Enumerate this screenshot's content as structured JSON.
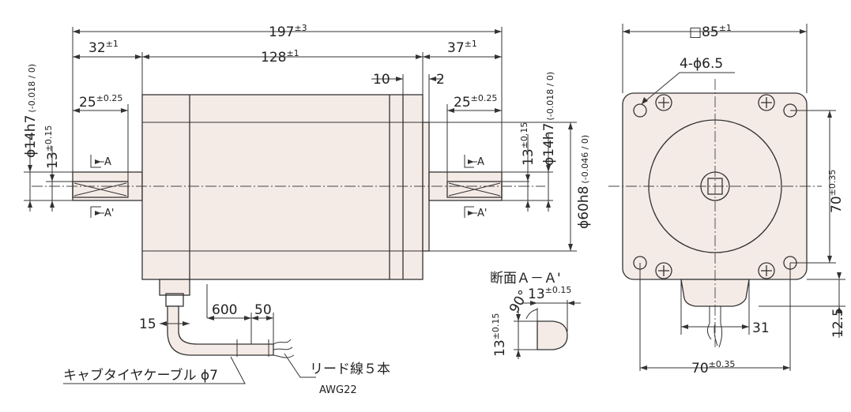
{
  "dimensions": {
    "overall_length": "197",
    "overall_length_tol": "±3",
    "front_shaft_len": "32",
    "front_shaft_tol": "±1",
    "body_len": "128",
    "body_tol": "±1",
    "rear_shaft_len": "37",
    "rear_shaft_tol": "±1",
    "flat_len_front": "25",
    "flat_tol_front": "±0.25",
    "flat_len_rear": "25",
    "flat_tol_rear": "±0.25",
    "pilot_len": "10",
    "pilot_gap": "2",
    "shaft_dia_front": "ϕ14h7",
    "shaft_dia_front_tol": "(-0.018 / 0)",
    "shaft_dia_rear": "ϕ14h7",
    "shaft_dia_rear_tol": "(-0.018 / 0)",
    "flat_depth_front": "13",
    "flat_depth_front_tol": "±0.15",
    "flat_depth_rear": "13",
    "flat_depth_rear_tol": "±0.15",
    "pilot_dia": "ϕ60h8",
    "pilot_dia_tol": "(-0.046 / 0)",
    "square_size": "□85",
    "square_tol": "±1",
    "mount_holes": "4-ϕ6.5",
    "hole_pitch_v": "70",
    "hole_pitch_v_tol": "±0.35",
    "hole_pitch_h": "70",
    "hole_pitch_h_tol": "±0.35",
    "cable_box_depth": "12.5",
    "cable_box_width": "31",
    "cable_bend": "15",
    "cable_len": "600",
    "strip_len": "50"
  },
  "section": {
    "label": "断面Ａ－Ａ'",
    "angle": "90°",
    "width": "13",
    "width_tol": "±0.15",
    "height": "13",
    "height_tol": "±0.15"
  },
  "cut_labels": {
    "a": "A",
    "a_prime": "A'"
  },
  "labels": {
    "cable": "キャブタイヤケーブル ϕ7",
    "leads": "リード線５本",
    "awg": "AWG22"
  }
}
